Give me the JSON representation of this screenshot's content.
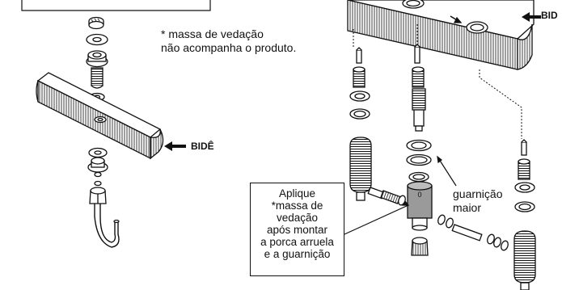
{
  "labels": {
    "sealant_note": "* massa de vedação\nnão acompanha o produto.",
    "bide_left": "BIDÊ",
    "bide_right": "BID",
    "apply_box": "Aplique\n*massa de\nvedação\napós montar\na porca arruela\ne a guarnição",
    "gasket": "guarnição\nmaior"
  },
  "colors": {
    "ink": "#111111",
    "part_fill": "#ffffff",
    "sealant_gray": "#9a9a9a"
  }
}
